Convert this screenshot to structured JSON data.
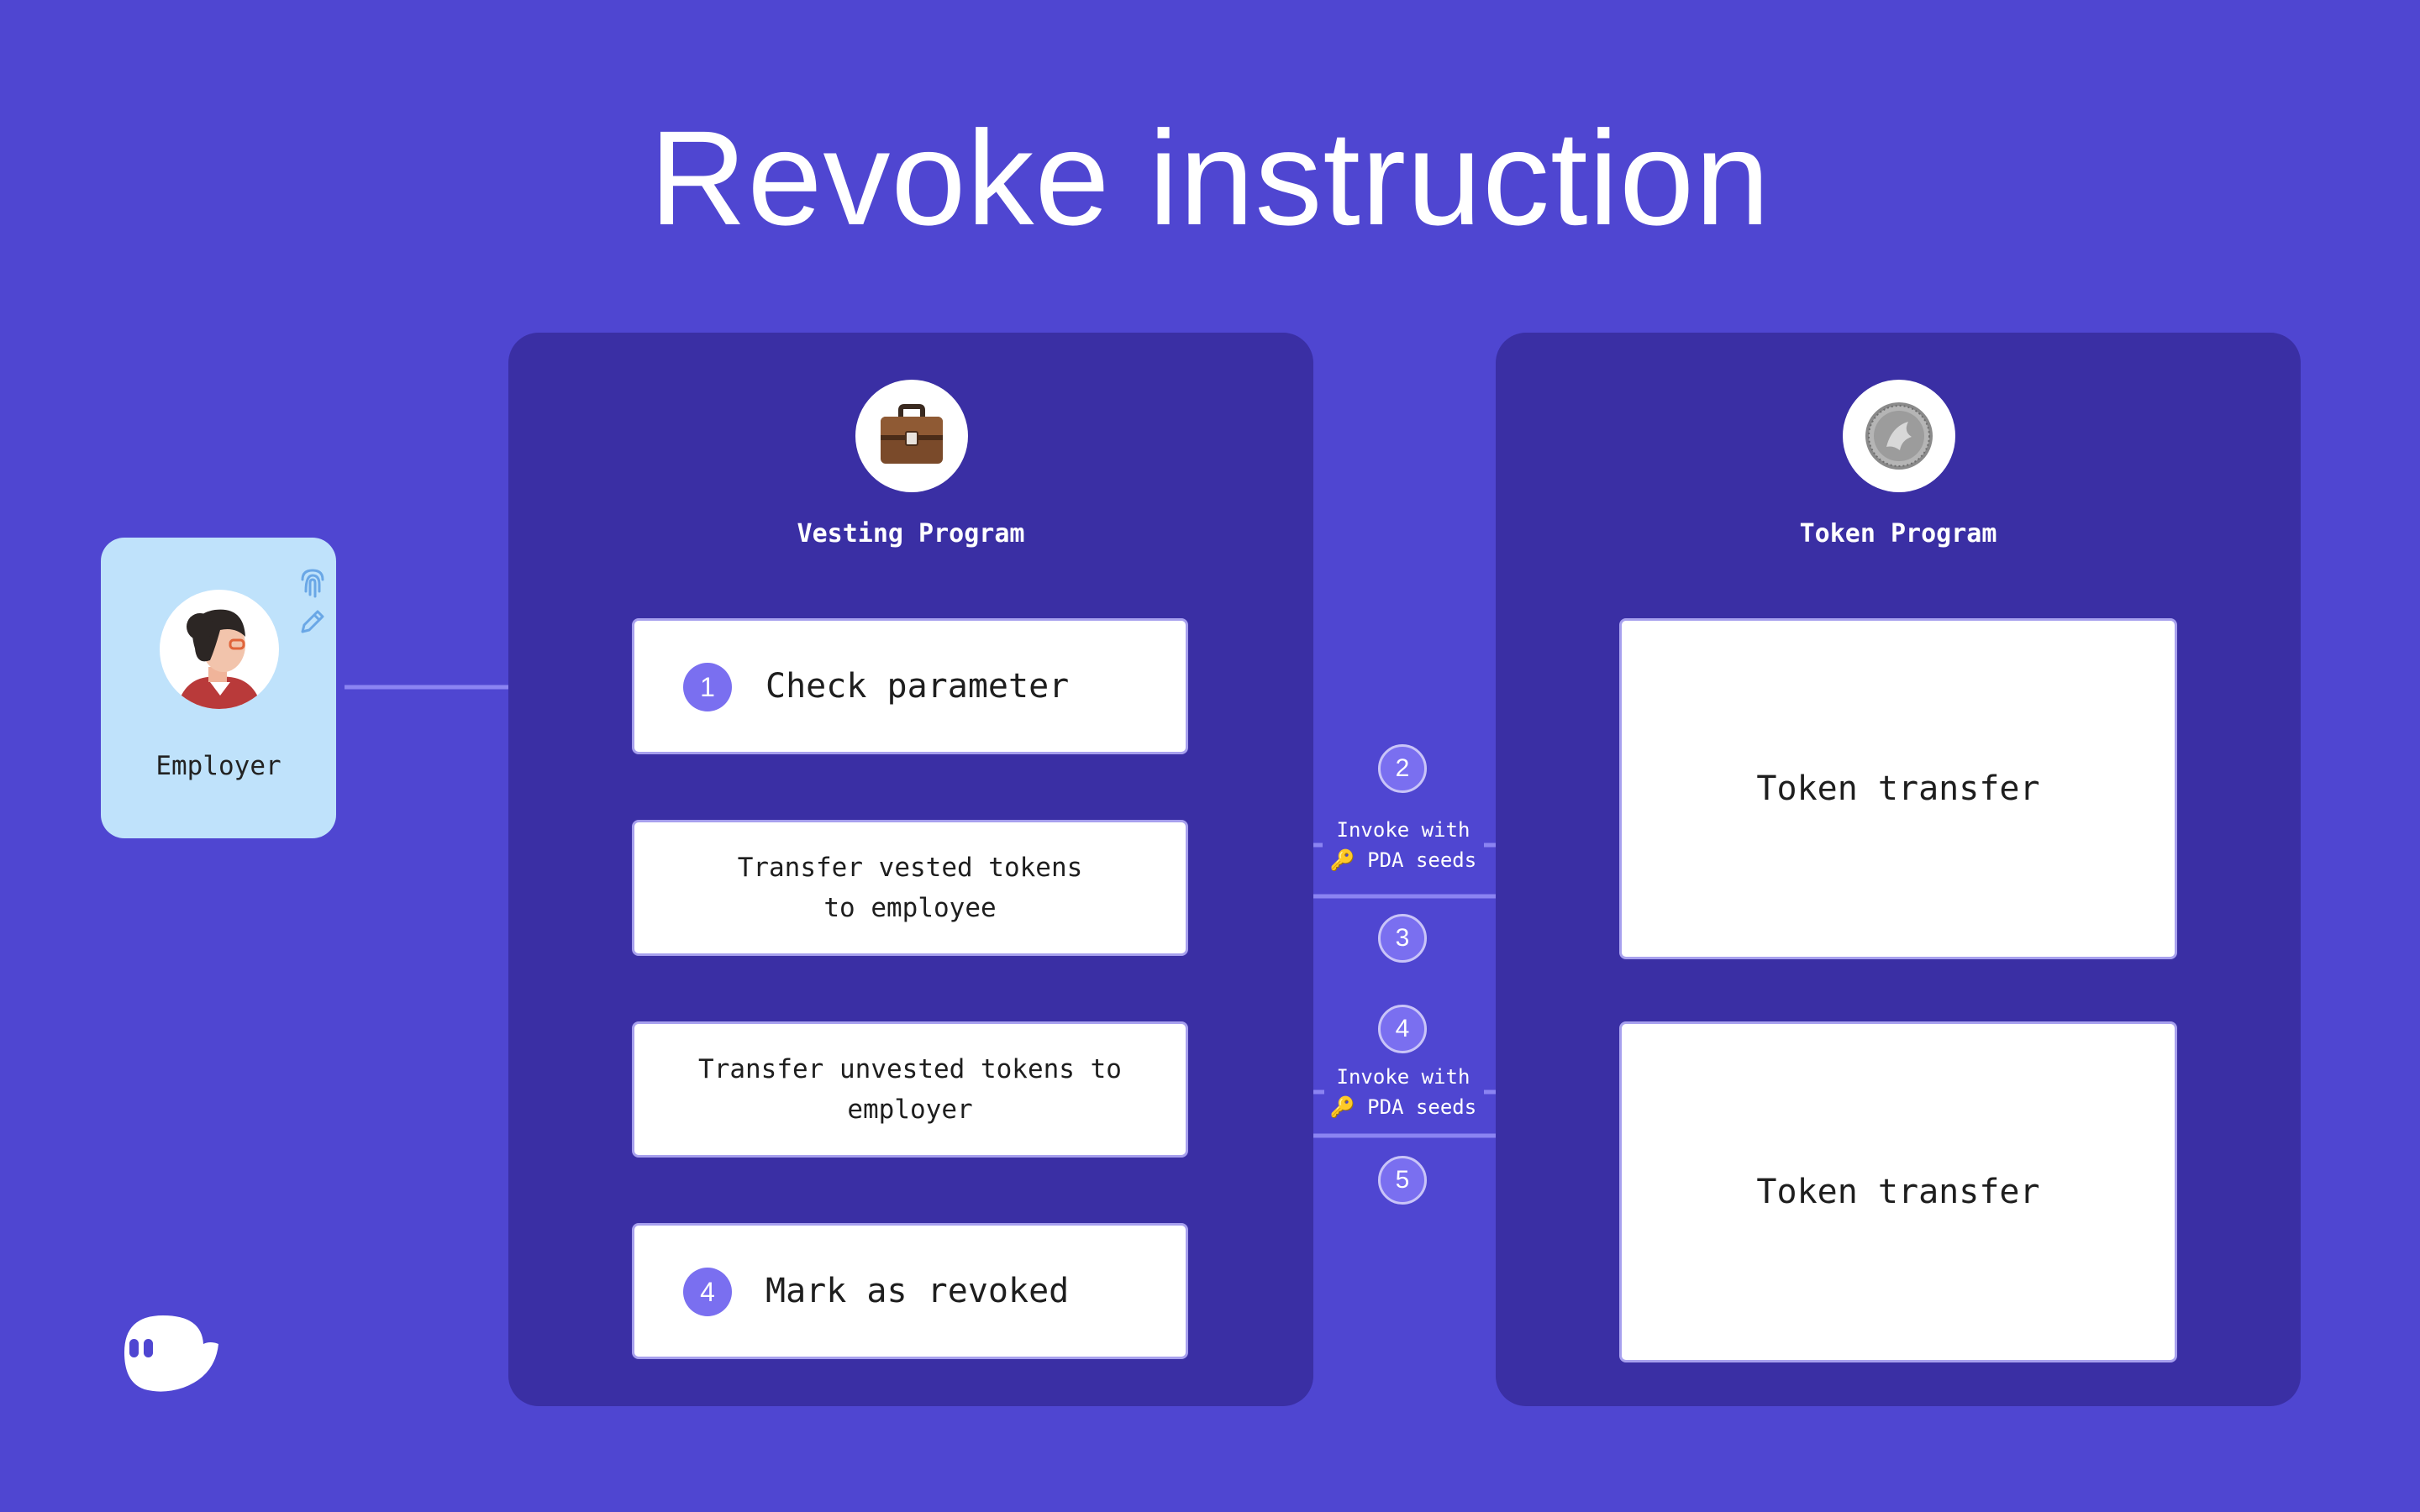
{
  "title": "Revoke instruction",
  "employer": {
    "label": "Employer",
    "icons": [
      "fingerprint-icon",
      "pencil-icon"
    ]
  },
  "vesting_program": {
    "label": "Vesting Program",
    "icon": "briefcase-icon",
    "steps": [
      {
        "number": "1",
        "text": "Check parameter"
      },
      {
        "lines": [
          "Transfer vested tokens",
          "to employee"
        ]
      },
      {
        "lines": [
          "Transfer unvested tokens to",
          "employer"
        ]
      },
      {
        "number": "4",
        "text": "Mark as revoked"
      }
    ]
  },
  "token_program": {
    "label": "Token Program",
    "icon": "coin-icon",
    "boxes": [
      "Token transfer",
      "Token transfer"
    ]
  },
  "calls": [
    {
      "number": "2",
      "line1": "Invoke with",
      "line2": "🔑 PDA seeds"
    },
    {
      "number": "3"
    },
    {
      "number": "4",
      "line1": "Invoke with",
      "line2": "🔑 PDA seeds"
    },
    {
      "number": "5"
    }
  ],
  "colors": {
    "background": "#4f46d1",
    "panel": "#3a2fa4",
    "accent": "#7a6ff0",
    "arrow": "#8b84f2",
    "employer_card": "#bfe2fb"
  },
  "logo": "ghost-logo-icon"
}
